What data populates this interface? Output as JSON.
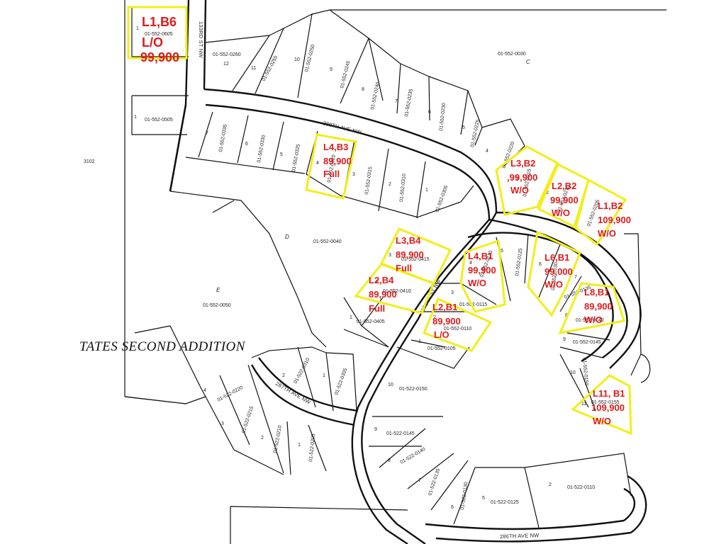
{
  "streets": {
    "st_133": "133RD ST NW",
    "ave_288": "288TH AVE NW",
    "st_131": "131ST ST NW",
    "ave_287": "287TH AVE NW",
    "ave_286": "286TH AVE NW"
  },
  "addition_title": "TATES SECOND ADDITION",
  "blocks": {
    "c": "C",
    "d": "D",
    "e": "E"
  },
  "edge_label": "3102",
  "parcels": [
    {
      "id": "01-552-0605",
      "lot": "1"
    },
    {
      "id": "01-552-0260",
      "lot": "12"
    },
    {
      "id": "01-552-0255",
      "lot": "11"
    },
    {
      "id": "01-552-0250",
      "lot": "10"
    },
    {
      "id": "01-552-0245",
      "lot": "9"
    },
    {
      "id": "01-552-0240",
      "lot": "8"
    },
    {
      "id": "01-552-0235",
      "lot": "7"
    },
    {
      "id": "01-552-0230",
      "lot": "6"
    },
    {
      "id": "01-552-0225",
      "lot": "5"
    },
    {
      "id": "01-552-0220",
      "lot": "4"
    },
    {
      "id": "01-552-0030",
      "lot": ""
    },
    {
      "id": "01-552-0505",
      "lot": "1"
    },
    {
      "id": "01-552-0335",
      "lot": "7"
    },
    {
      "id": "01-552-0330",
      "lot": "6"
    },
    {
      "id": "01-552-0325",
      "lot": "5"
    },
    {
      "id": "01-552-0320",
      "lot": "4"
    },
    {
      "id": "01-552-0315",
      "lot": "3"
    },
    {
      "id": "01-552-0310",
      "lot": "2"
    },
    {
      "id": "01-552-0305",
      "lot": "1"
    },
    {
      "id": "01-552-0215",
      "lot": "3"
    },
    {
      "id": "01-552-0210",
      "lot": "2"
    },
    {
      "id": "01-552-0205",
      "lot": "1"
    },
    {
      "id": "01-552-0040",
      "lot": ""
    },
    {
      "id": "01-552-0050",
      "lot": ""
    },
    {
      "id": "01-552-0415",
      "lot": "3"
    },
    {
      "id": "01-552-0410",
      "lot": "2"
    },
    {
      "id": "01-552-0405",
      "lot": "1"
    },
    {
      "id": "01-552-0120",
      "lot": "4"
    },
    {
      "id": "01-552-0125",
      "lot": "5"
    },
    {
      "id": "01-552-0130",
      "lot": "6"
    },
    {
      "id": "01-552-0135",
      "lot": "7"
    },
    {
      "id": "01-552-0140",
      "lot": "8"
    },
    {
      "id": "01-552-0115",
      "lot": "3"
    },
    {
      "id": "01-552-0110",
      "lot": "2"
    },
    {
      "id": "01-552-0105",
      "lot": "1"
    },
    {
      "id": "01-552-0145",
      "lot": "9"
    },
    {
      "id": "01-552-0150",
      "lot": "10"
    },
    {
      "id": "01-552-0155",
      "lot": "11"
    },
    {
      "id": "01-522-0310",
      "lot": "2"
    },
    {
      "id": "01-522-0305",
      "lot": "1"
    },
    {
      "id": "01-522-0220",
      "lot": "4"
    },
    {
      "id": "01-522-0215",
      "lot": "3"
    },
    {
      "id": "01-522-0210",
      "lot": "2"
    },
    {
      "id": "01-522-0205",
      "lot": "1"
    },
    {
      "id": "01-522-0150",
      "lot": "10"
    },
    {
      "id": "01-522-0145",
      "lot": "9"
    },
    {
      "id": "01-522-0140",
      "lot": "8"
    },
    {
      "id": "01-522-0135",
      "lot": "7"
    },
    {
      "id": "01-522-0130",
      "lot": "6"
    },
    {
      "id": "01-522-0125",
      "lot": "5"
    },
    {
      "id": "01-522-0110",
      "lot": "2"
    }
  ],
  "listings": [
    {
      "lines": [
        "L1,B6",
        "L/O",
        "99,900"
      ]
    },
    {
      "lines": [
        "L4,B3",
        "89,900",
        "Full"
      ]
    },
    {
      "lines": [
        "L3,B2",
        ",99,900",
        "W/O"
      ]
    },
    {
      "lines": [
        "L2,B2",
        "99,900",
        "W/O"
      ]
    },
    {
      "lines": [
        "L1,B2",
        "109,900",
        "W/O"
      ]
    },
    {
      "lines": [
        "L3,B4",
        "89,900",
        "Full"
      ]
    },
    {
      "lines": [
        "L2,B4",
        "89,900",
        "Full"
      ]
    },
    {
      "lines": [
        "L4,B1",
        "99,900",
        "W/O"
      ]
    },
    {
      "lines": [
        "L6,B1",
        "99,000",
        "W/O"
      ]
    },
    {
      "lines": [
        "L8,B1",
        "89,900",
        "W/O"
      ]
    },
    {
      "lines": [
        "L2,B1",
        "89,900",
        "L/O"
      ]
    },
    {
      "lines": [
        "L11, B1",
        "109,900",
        "W/O"
      ]
    }
  ],
  "colors": {
    "highlight": "#f2ee1a",
    "label_text": "#e01a1a",
    "linework": "#111111"
  }
}
